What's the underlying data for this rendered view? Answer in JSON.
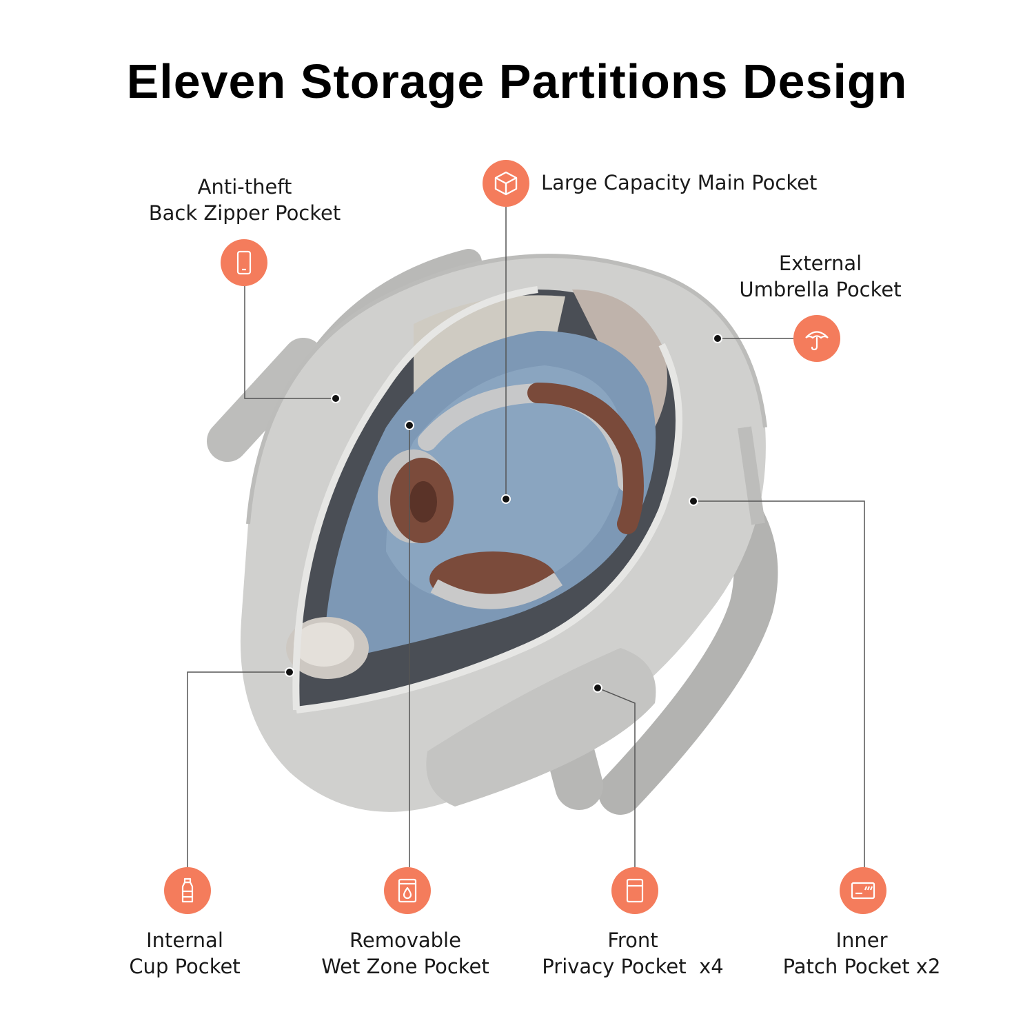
{
  "title": "Eleven Storage Partitions Design",
  "accent_color": "#f47c5c",
  "features": {
    "anti_theft": {
      "line1": "Anti-theft",
      "line2": "Back Zipper Pocket",
      "icon": "phone-icon"
    },
    "main_pocket": {
      "line1": "Large Capacity Main Pocket",
      "icon": "box-icon"
    },
    "umbrella": {
      "line1": "External",
      "line2": "Umbrella Pocket",
      "icon": "umbrella-icon"
    },
    "cup": {
      "line1": "Internal",
      "line2": "Cup Pocket",
      "icon": "bottle-icon"
    },
    "wet_zone": {
      "line1": "Removable",
      "line2": "Wet Zone Pocket",
      "icon": "wet-bag-icon"
    },
    "front_privacy": {
      "line1": "Front",
      "line2": "Privacy Pocket  x4",
      "icon": "pocket-icon"
    },
    "inner_patch": {
      "line1": "Inner",
      "line2": "Patch Pocket x2",
      "icon": "card-icon"
    }
  }
}
